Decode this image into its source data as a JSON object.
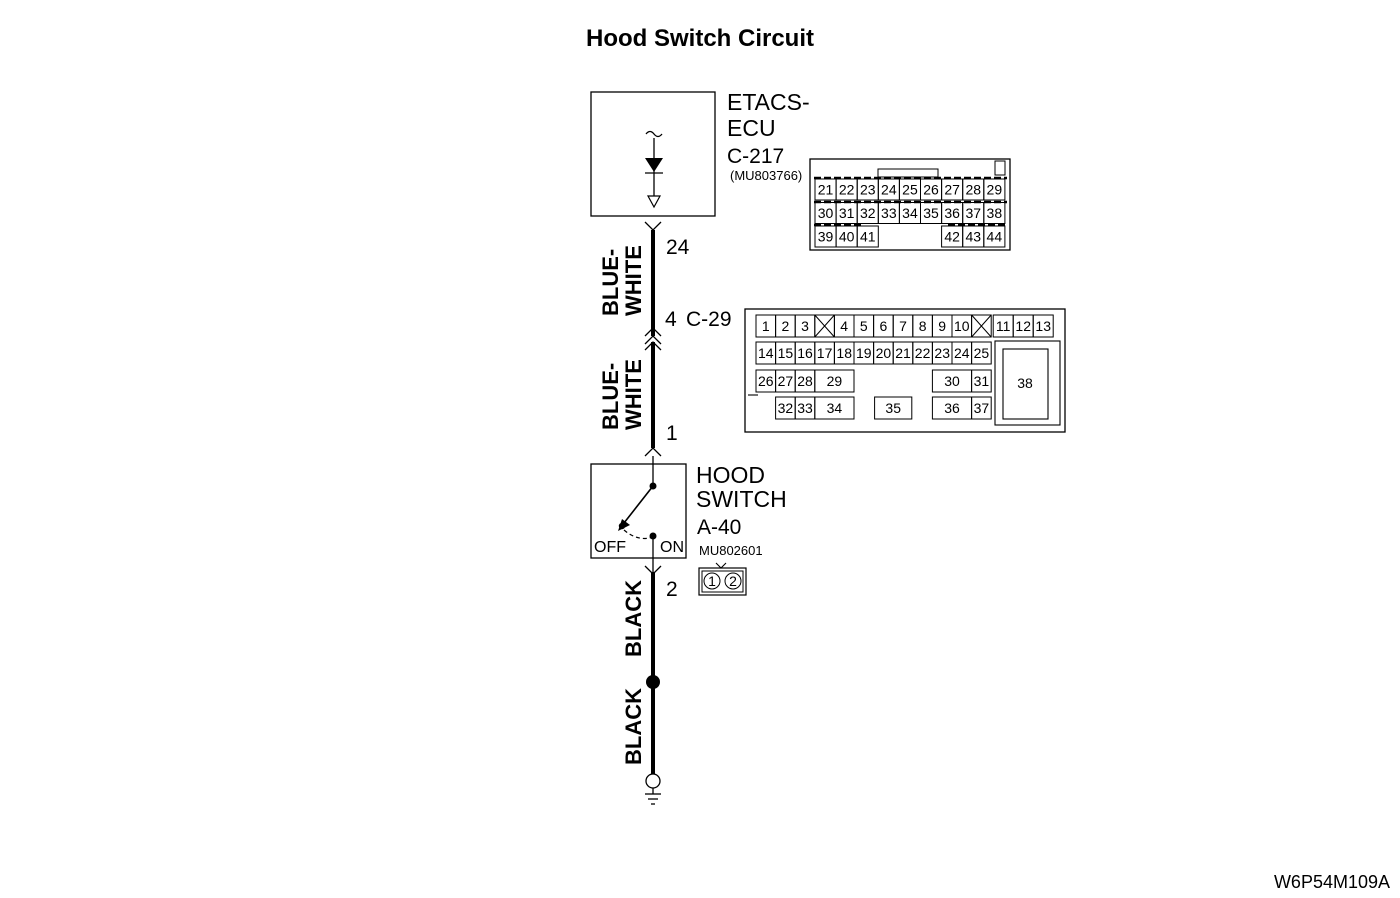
{
  "title": "Hood Switch Circuit",
  "ecu": {
    "name_line1": "ETACS-",
    "name_line2": "ECU",
    "connector": "C-217",
    "part_number": "(MU803766)"
  },
  "junction": {
    "pin": "4",
    "connector": "C-29"
  },
  "hood_switch": {
    "name_line1": "HOOD",
    "name_line2": "SWITCH",
    "connector": "A-40",
    "part_number": "MU802601",
    "off_label": "OFF",
    "on_label": "ON"
  },
  "pins": {
    "ecu_pin": "24",
    "switch_in": "1",
    "switch_out": "2"
  },
  "wires": {
    "upper_color_1": "BLUE-",
    "upper_color_2": "WHITE",
    "lower_color_1": "BLUE-",
    "lower_color_2": "WHITE",
    "ground_color_1": "BLACK",
    "ground_color_2": "BLACK"
  },
  "c217_rows": [
    [
      "21",
      "22",
      "23",
      "24",
      "25",
      "26",
      "27",
      "28",
      "29"
    ],
    [
      "30",
      "31",
      "32",
      "33",
      "34",
      "35",
      "36",
      "37",
      "38"
    ],
    [
      "39",
      "40",
      "41",
      "",
      "",
      "",
      "42",
      "43",
      "44"
    ]
  ],
  "c29_pins": {
    "r1a": [
      "1",
      "2",
      "3"
    ],
    "r1b": [
      "4",
      "5",
      "6",
      "7",
      "8",
      "9",
      "10"
    ],
    "r1c": [
      "11",
      "12",
      "13"
    ],
    "r2": [
      "14",
      "15",
      "16",
      "17",
      "18",
      "19",
      "20",
      "21",
      "22",
      "23",
      "24",
      "25"
    ],
    "r3a": [
      "26",
      "27",
      "28",
      "29"
    ],
    "r3b": [
      "30",
      "31"
    ],
    "r4a": [
      "32",
      "33",
      "34"
    ],
    "r4b": [
      "35"
    ],
    "r4c": [
      "36",
      "37"
    ],
    "big": "38"
  },
  "a40_pins": [
    "1",
    "2"
  ],
  "figure_code": "W6P54M109A"
}
